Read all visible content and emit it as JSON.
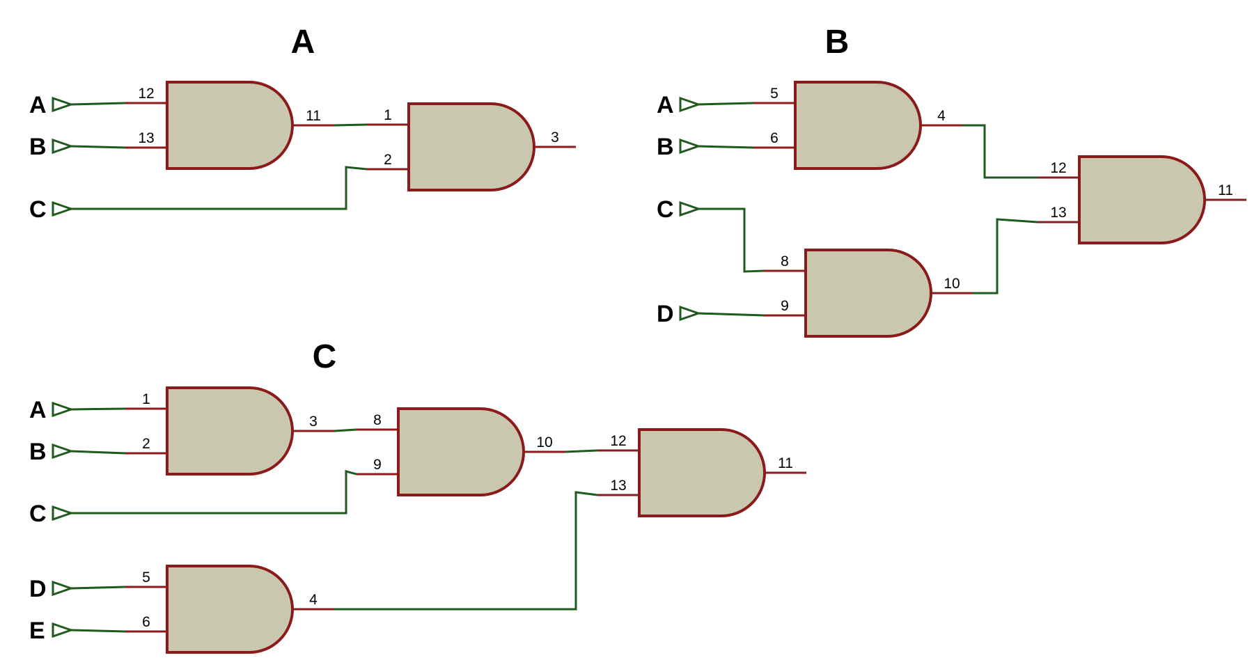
{
  "colors": {
    "background": "#ffffff",
    "gate_fill": "#c9c8ae",
    "gate_stroke": "#8b1a1a",
    "pin_line": "#8b1a1a",
    "wire": "#1f5a1f",
    "terminal": "#1f5a1f",
    "text": "#000000"
  },
  "circuits": [
    {
      "title": "A",
      "inputs": [
        "A",
        "B",
        "C"
      ],
      "gates": [
        {
          "inputs": [
            "12",
            "13"
          ],
          "output": "11"
        },
        {
          "inputs": [
            "1",
            "2"
          ],
          "output": "3"
        }
      ]
    },
    {
      "title": "B",
      "inputs": [
        "A",
        "B",
        "C",
        "D"
      ],
      "gates": [
        {
          "inputs": [
            "5",
            "6"
          ],
          "output": "4"
        },
        {
          "inputs": [
            "8",
            "9"
          ],
          "output": "10"
        },
        {
          "inputs": [
            "12",
            "13"
          ],
          "output": "11"
        }
      ]
    },
    {
      "title": "C",
      "inputs": [
        "A",
        "B",
        "C",
        "D",
        "E"
      ],
      "gates": [
        {
          "inputs": [
            "1",
            "2"
          ],
          "output": "3"
        },
        {
          "inputs": [
            "8",
            "9"
          ],
          "output": "10"
        },
        {
          "inputs": [
            "12",
            "13"
          ],
          "output": "11"
        },
        {
          "inputs": [
            "5",
            "6"
          ],
          "output": "4"
        }
      ]
    }
  ]
}
